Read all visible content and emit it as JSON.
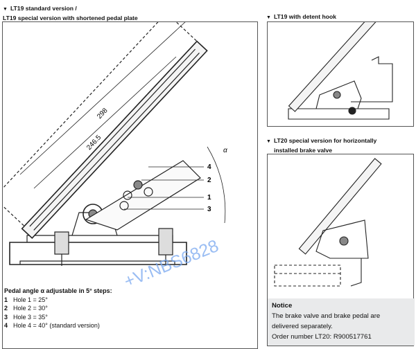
{
  "headers": {
    "left_line1": "LT19 standard version /",
    "left_line2": "LT19 special version with shortened pedal plate",
    "right_top": "LT19 with detent hook",
    "right_mid_line1": "LT20 special version for horizontally",
    "right_mid_line2": "installed brake valve",
    "marker": "▼"
  },
  "drawing": {
    "dim_long": "298",
    "dim_short": "246.5",
    "angle_symbol": "α",
    "callouts": [
      "4",
      "2",
      "1",
      "3"
    ]
  },
  "legend": {
    "title": "Pedal angle α adjustable in 5° steps:",
    "items": [
      {
        "num": "1",
        "text": "Hole 1 = 25°"
      },
      {
        "num": "2",
        "text": "Hole 2 = 30°"
      },
      {
        "num": "3",
        "text": "Hole 3 = 35°"
      },
      {
        "num": "4",
        "text": "Hole 4 = 40° (standard version)"
      }
    ]
  },
  "notice": {
    "title": "Notice",
    "line1": "The brake valve and brake pedal are",
    "line2": "delivered separately.",
    "line3": "Order number LT20: R900517761"
  },
  "watermark": "+V:NBS6828"
}
